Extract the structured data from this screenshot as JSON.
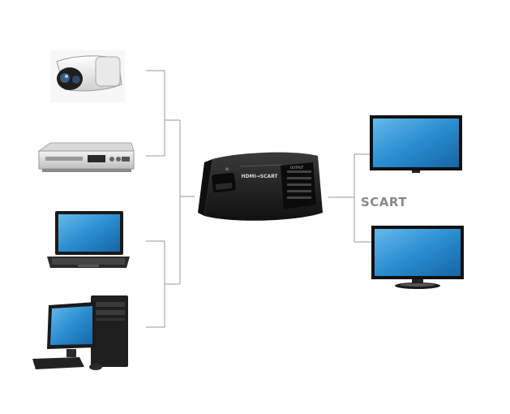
{
  "converter": {
    "panel_text": "HDMI→SCART",
    "port_left_text": "IN",
    "port_right_text": "OUTPUT"
  },
  "output_label": "SCART",
  "sources": [
    {
      "name": "security-camera"
    },
    {
      "name": "dvd-player"
    },
    {
      "name": "laptop"
    },
    {
      "name": "desktop-computer"
    }
  ],
  "outputs": [
    {
      "name": "tv-screen-top"
    },
    {
      "name": "tv-screen-bottom"
    }
  ],
  "colors": {
    "line": "#9a9a9a",
    "device_dark": "#1b1b1b",
    "screen_blue": "#1f7fc2",
    "screen_light": "#5fb4e6"
  }
}
